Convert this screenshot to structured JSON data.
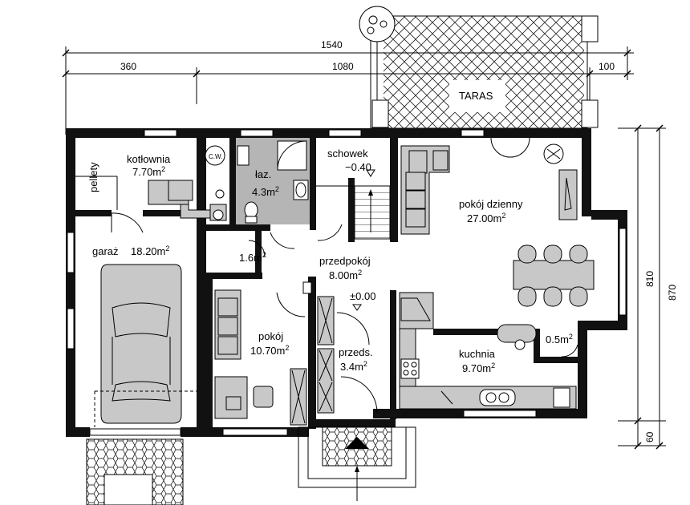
{
  "dimensions": {
    "total_width": "1540",
    "left_width": "360",
    "middle_width": "1080",
    "right_offset": "100",
    "height_810": "810",
    "height_870": "870",
    "bottom_60": "60"
  },
  "rooms": {
    "taras": {
      "name": "TARAS"
    },
    "kotlownia": {
      "name": "kotłownia",
      "area": "7.70m",
      "sup": "2"
    },
    "pellety": {
      "name": "pellety"
    },
    "cw": {
      "name": "C.W."
    },
    "laz": {
      "name": "łaz.",
      "area": "4.3m",
      "sup": "2"
    },
    "schowek": {
      "name": "schowek",
      "level": "−0.40"
    },
    "pokoj_dzienny": {
      "name": "pokój dzienny",
      "area": "27.00m",
      "sup": "2"
    },
    "garaz": {
      "name": "garaż",
      "area": "18.20m",
      "sup": "2"
    },
    "closet": {
      "area": "1.6m",
      "sup": "2"
    },
    "przedpokoj": {
      "name": "przedpokój",
      "area": "8.00m",
      "sup": "2"
    },
    "level_zero": {
      "level": "±0.00"
    },
    "pokoj": {
      "name": "pokój",
      "area": "10.70m",
      "sup": "2"
    },
    "przeds": {
      "name": "przeds.",
      "area": "3.4m",
      "sup": "2"
    },
    "kuchnia": {
      "name": "kuchnia",
      "area": "9.70m",
      "sup": "2"
    },
    "spizarnia": {
      "area": "0.5m",
      "sup": "2"
    }
  },
  "colors": {
    "wall": "#111111",
    "furniture": "#c8c8c8",
    "paving": "#bdbdbd"
  }
}
